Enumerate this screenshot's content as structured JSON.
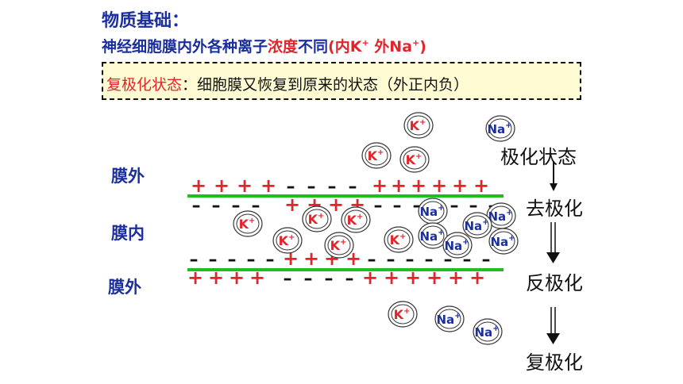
{
  "header": {
    "title": "物质基础：",
    "subtitle_part1": "神经细胞膜内外各种离子",
    "subtitle_red": "浓度",
    "subtitle_part2": "不同",
    "subtitle_paren_open": "(内K",
    "subtitle_sup": "+",
    "subtitle_mid": " 外Na",
    "subtitle_sup2": "+",
    "subtitle_paren_close": ")"
  },
  "note": {
    "red_label": "复极化状态",
    "text": "：细胞膜又恢复到原来的状态（外正内负）"
  },
  "labels": {
    "outer_top": "膜外",
    "inner": "膜内",
    "outer_bottom": "膜外"
  },
  "stages": [
    "极化状态",
    "去极化",
    "反极化",
    "复极化"
  ],
  "ions": {
    "k": "K",
    "na": "Na",
    "plus": "+"
  },
  "charges": {
    "plus": "+",
    "minus": "–"
  },
  "colors": {
    "title_blue": "#1b2f9e",
    "accent_red": "#e4242b",
    "membrane_green": "#1fbf1f",
    "note_bg": "#fffbd3"
  }
}
